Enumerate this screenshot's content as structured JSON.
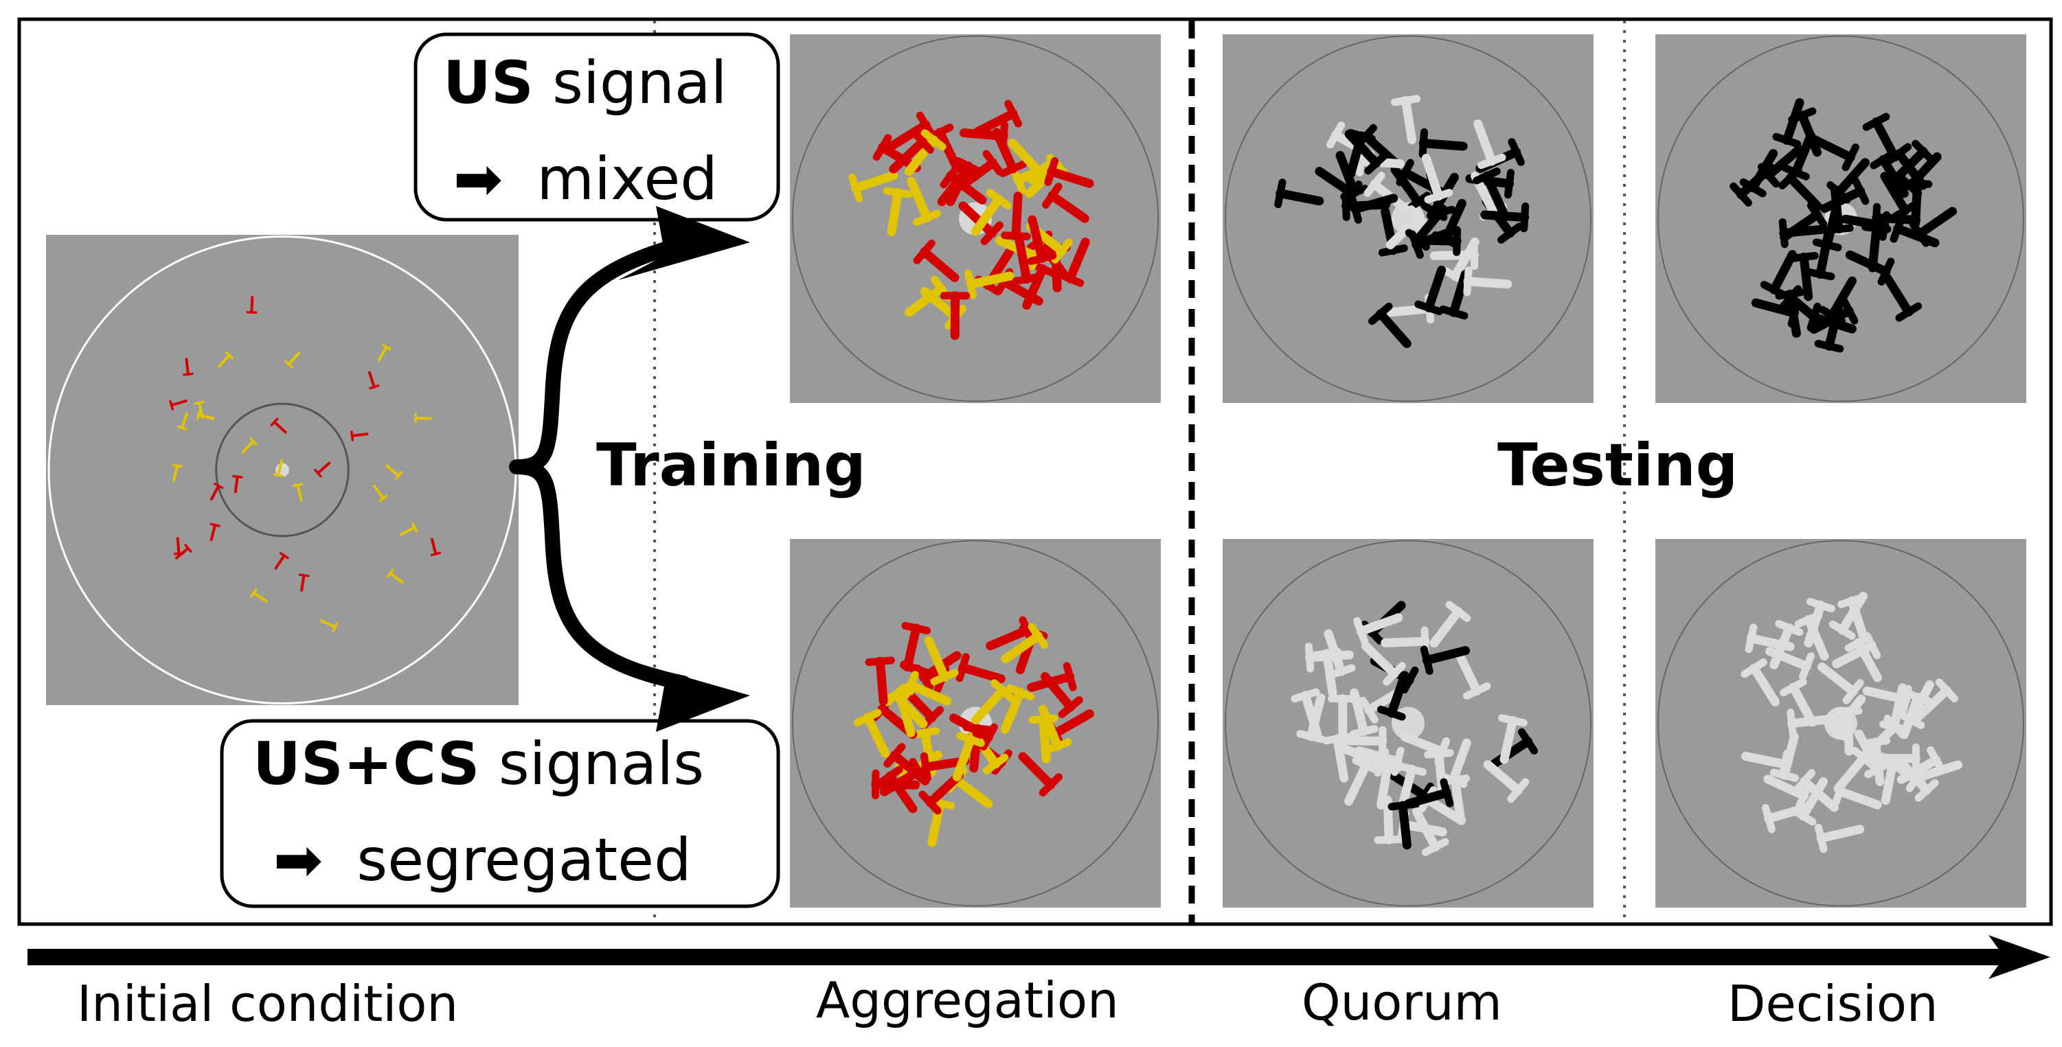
{
  "colors": {
    "group_a": "#d40000",
    "group_b": "#e0c400",
    "agent_dark": "#000000",
    "agent_light": "#dcdcdc",
    "arena_bg": "#9a9a9a"
  },
  "boxes": {
    "us": {
      "bold": "US",
      "rest": " signal",
      "arrow": "➡",
      "result": "mixed"
    },
    "uscs": {
      "bold": "US+CS",
      "rest": " signals",
      "arrow": "➡",
      "result": "segregated"
    }
  },
  "phases": {
    "training": "Training",
    "testing": "Testing"
  },
  "timeline": {
    "initial": "Initial condition",
    "aggregation": "Aggregation",
    "quorum": "Quorum",
    "decision": "Decision"
  },
  "panels": [
    {
      "id": "initial",
      "palette": [
        "group_a",
        "group_b"
      ],
      "mix": 0.5,
      "count": 32
    },
    {
      "id": "us-aggregation",
      "palette": [
        "group_a",
        "group_b"
      ],
      "mix": 0.5,
      "count": 38
    },
    {
      "id": "us-quorum",
      "palette": [
        "agent_dark",
        "agent_light"
      ],
      "mix": 0.72,
      "count": 38
    },
    {
      "id": "us-decision",
      "palette": [
        "agent_dark",
        "agent_light"
      ],
      "mix": 1.0,
      "count": 38
    },
    {
      "id": "uscs-aggregation",
      "palette": [
        "group_a",
        "group_b"
      ],
      "mix": 0.5,
      "count": 38
    },
    {
      "id": "uscs-quorum",
      "palette": [
        "agent_dark",
        "agent_light"
      ],
      "mix": 0.25,
      "count": 38
    },
    {
      "id": "uscs-decision",
      "palette": [
        "agent_dark",
        "agent_light"
      ],
      "mix": 0.0,
      "count": 38
    }
  ]
}
